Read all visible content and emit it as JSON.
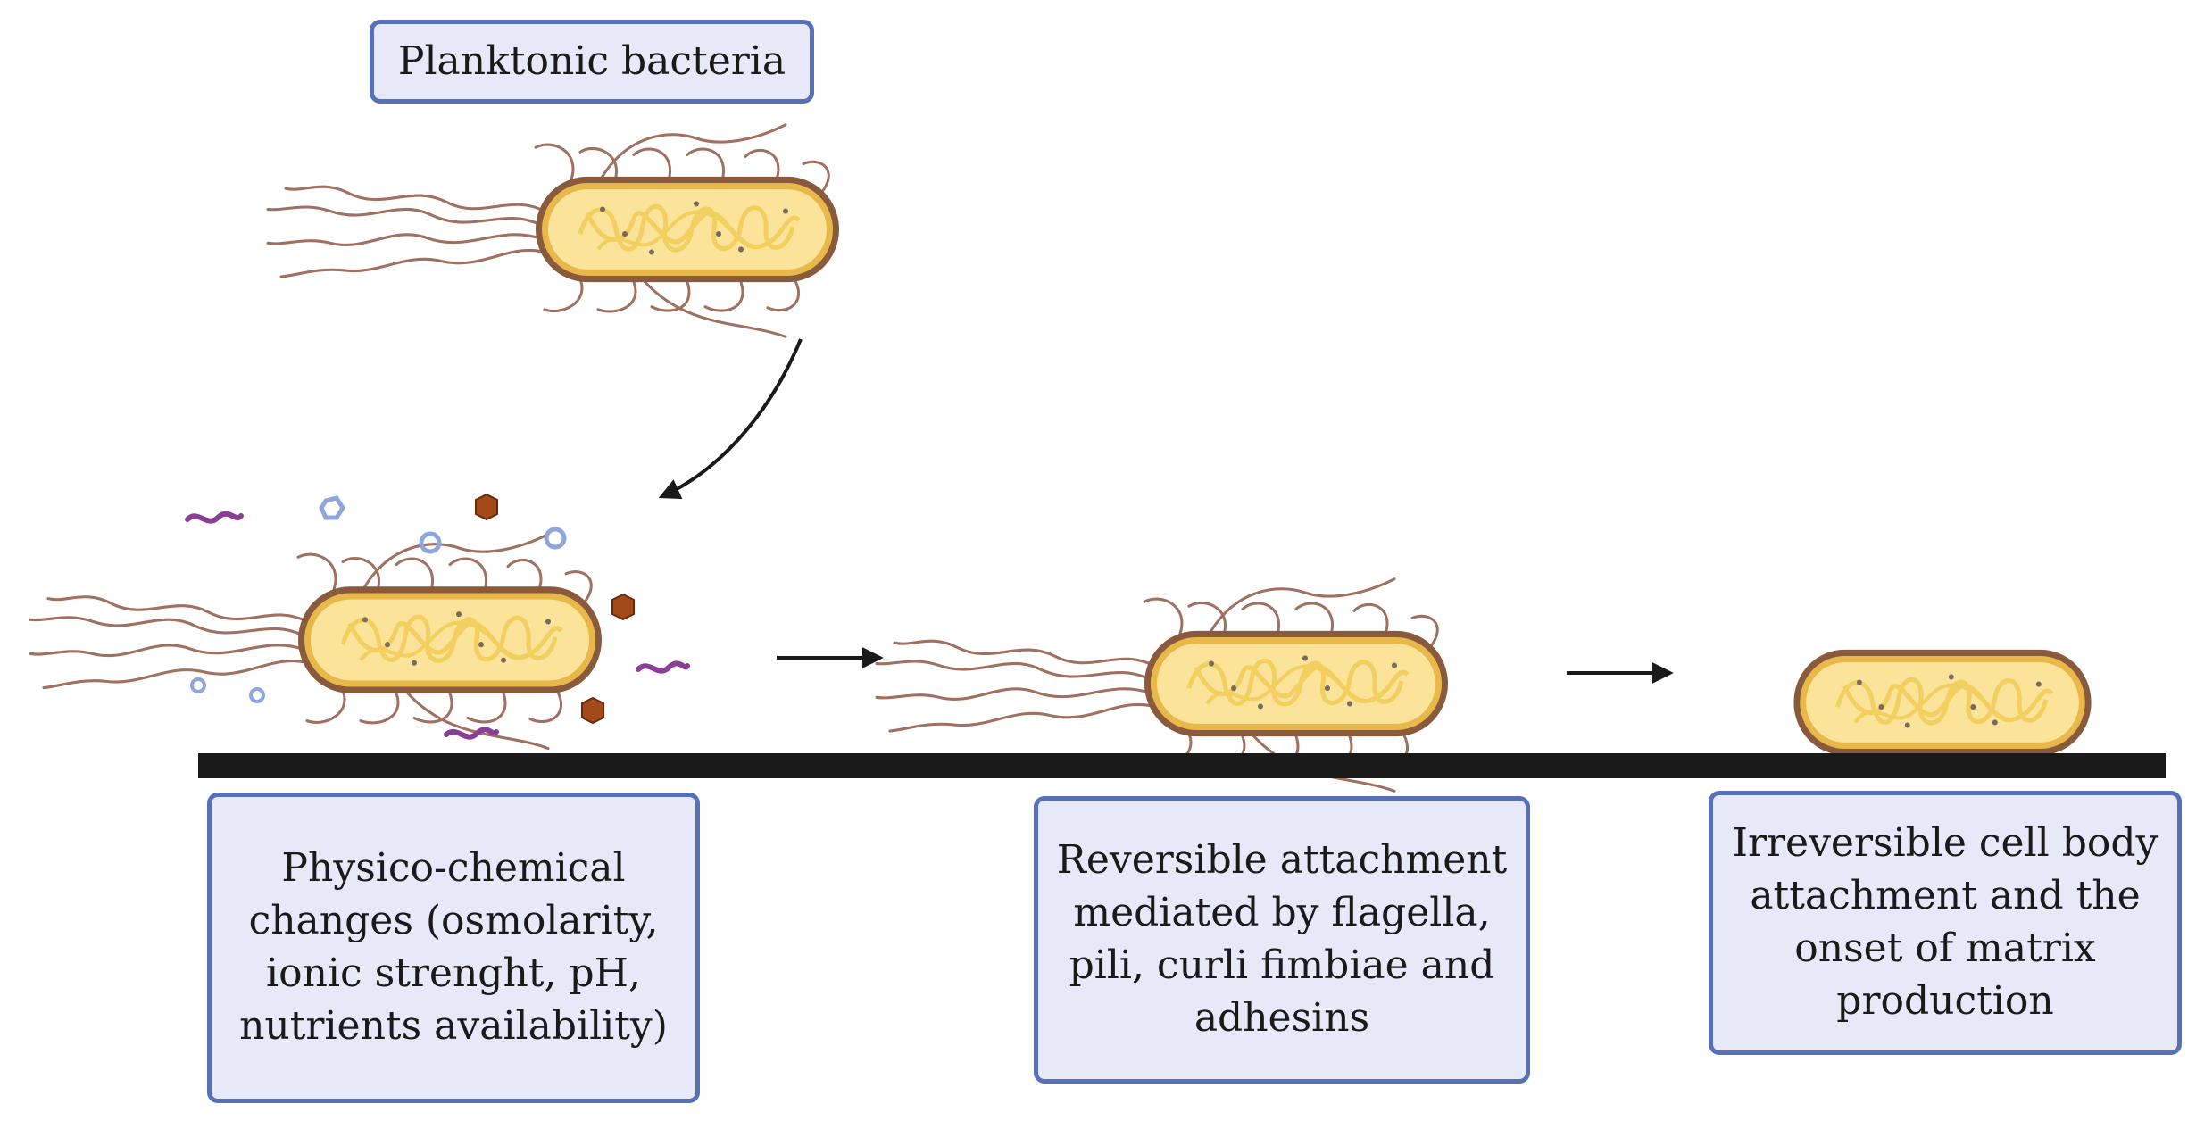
{
  "labels": {
    "planktonic": "Planktonic bacteria",
    "physico": "Physico-chemical\nchanges (osmolarity,\nionic strenght, pH,\nnutrients availability)",
    "reversible": "Reversible attachment\nmediated by flagella,\npili, curli fimbiae and\nadhesins",
    "irreversible": "Irreversible cell body\nattachment and the\nonset of matrix\nproduction"
  },
  "colors": {
    "box_fill": "#e7e8f8",
    "box_border": "#5770b8",
    "cell_fill": "#fbe39a",
    "cell_border": "#e8b84a",
    "cell_outline": "#8a5a3c",
    "dna": "#f2cf5e",
    "flagella": "#a07060",
    "surface": "#1a1a1a",
    "molecule_wave": "#8a3f97",
    "molecule_ring": "#8fa6dd",
    "molecule_hex": "#a24a1a"
  },
  "icons": [
    "planktonic-bacterium-icon",
    "bacterium-icon",
    "curved-arrow-icon",
    "right-arrow-icon",
    "molecule-icon"
  ]
}
